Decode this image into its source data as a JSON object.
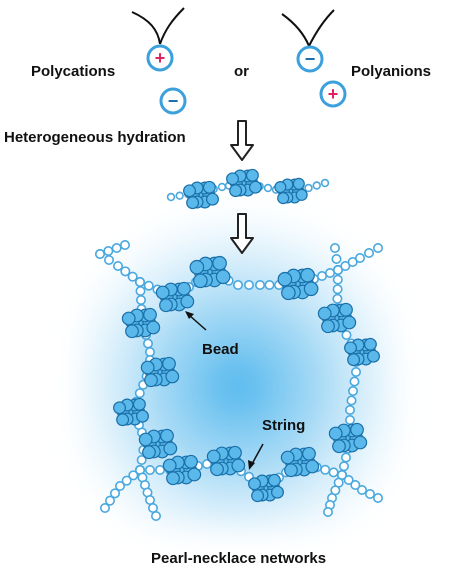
{
  "labels": {
    "polycations": "Polycations",
    "or": "or",
    "polyanions": "Polyanions",
    "hydration": "Heterogeneous hydration",
    "bead": "Bead",
    "string": "String",
    "network": "Pearl-necklace networks"
  },
  "charges": {
    "plus": "+",
    "minus": "−"
  },
  "colors": {
    "bead_fill": "#5ab8ea",
    "bead_stroke": "#1a6fa8",
    "string_fill": "#ffffff",
    "string_stroke": "#4aa8de",
    "glow": "#5bbcee",
    "plus_sign": "#e0225e",
    "minus_sign": "#1a6fa8",
    "ion_ring": "#3ba0dc"
  },
  "icons": [
    "down-arrow-icon",
    "pointer-arrow-icon",
    "chain-tail-icon"
  ]
}
